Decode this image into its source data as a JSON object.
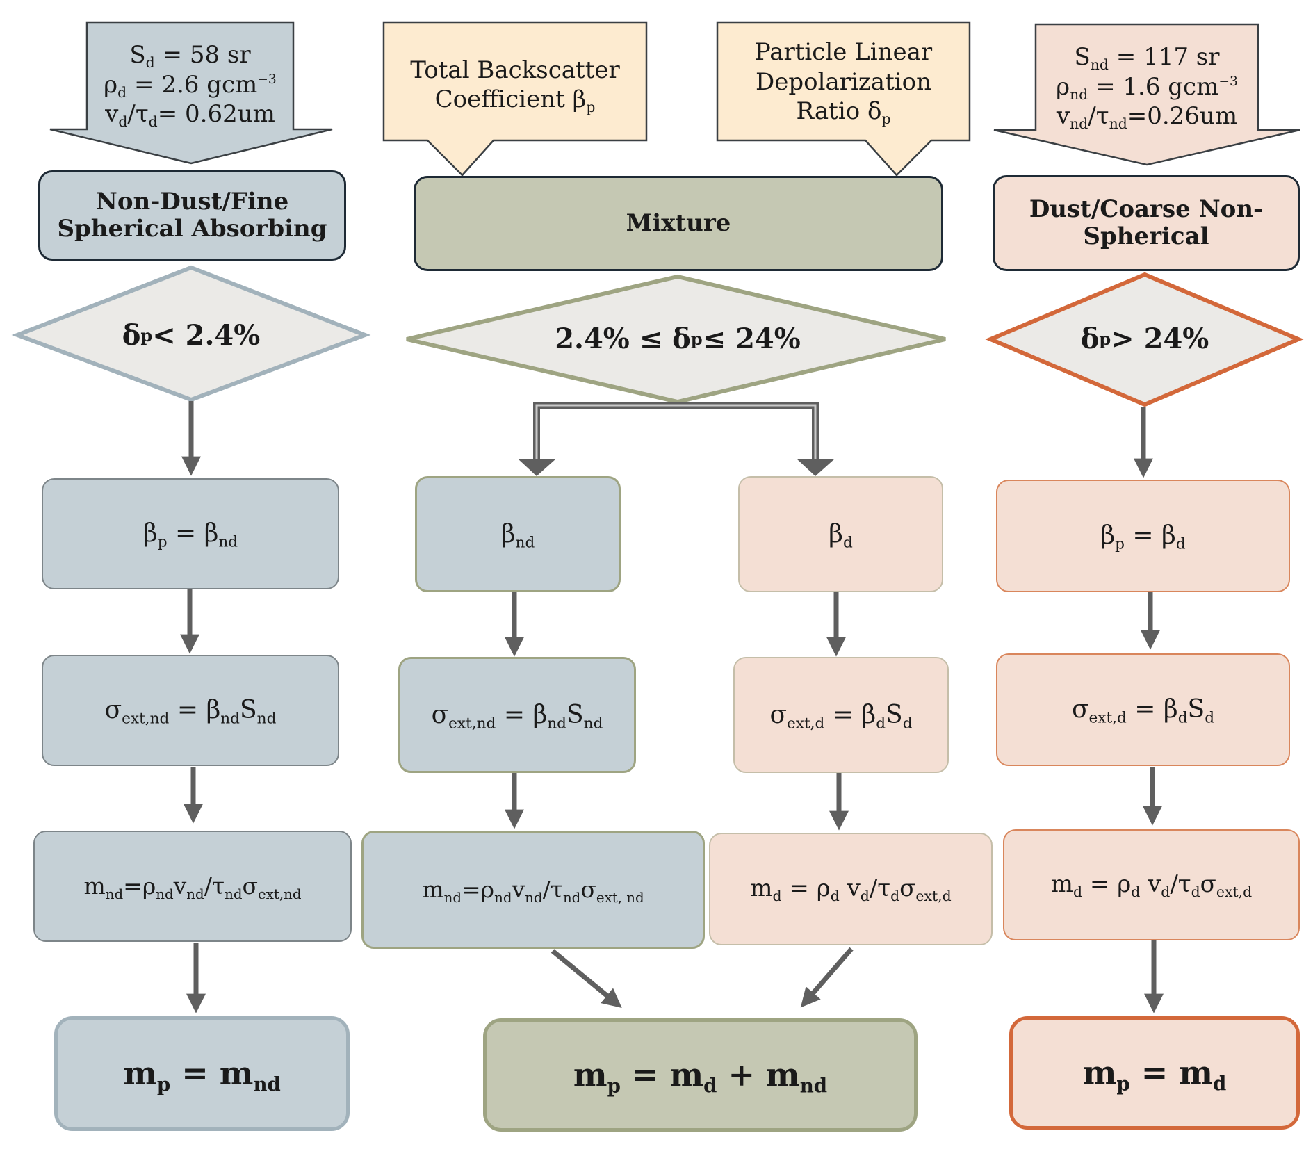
{
  "callouts": {
    "left": [
      "S",
      "d",
      " = 58 sr",
      "ρ",
      "d",
      " = 2.6 gcm",
      "−3",
      "v",
      "d",
      "/τ",
      "d",
      "= 0.62um"
    ],
    "backscatter": [
      "Total Backscatter",
      "Coefficient β",
      "p"
    ],
    "depol": [
      "Particle Linear",
      "Depolarization",
      "Ratio δ",
      "p"
    ],
    "right": [
      "S",
      "nd",
      " = 117 sr",
      "ρ",
      "nd",
      " = 1.6 gcm",
      "−3",
      "v",
      "nd",
      "/τ",
      "nd",
      "=0.26um"
    ]
  },
  "headers": {
    "nondust": "Non-Dust/Fine Spherical Absorbing",
    "mixture": "Mixture",
    "dust": "Dust/Coarse Non-Spherical"
  },
  "conditions": {
    "left": [
      "δ",
      "p",
      " < 2.4%"
    ],
    "mid": [
      "2.4% ≤ δ",
      "p",
      " ≤ 24%"
    ],
    "right": [
      "δ",
      "p",
      " > 24%"
    ]
  },
  "equations": {
    "c1_beta": [
      "β",
      "p",
      " = β",
      "nd"
    ],
    "c1_sigma": [
      "σ",
      "ext,nd",
      " = β",
      "nd",
      "S",
      "nd"
    ],
    "c1_mass": [
      "m",
      "nd",
      "=ρ",
      "nd",
      "v",
      "nd",
      "/τ",
      "nd",
      "σ",
      "ext,nd"
    ],
    "c2_beta": [
      "β",
      "nd"
    ],
    "c2_sigma": [
      "σ",
      "ext,nd",
      " = β",
      "nd",
      "S",
      "nd"
    ],
    "c2_mass": [
      "m",
      "nd",
      "=ρ",
      "nd",
      "v",
      "nd",
      "/τ",
      "nd",
      "σ",
      "ext, nd"
    ],
    "c3_beta": [
      "β",
      "d"
    ],
    "c3_sigma": [
      "σ",
      "ext,d",
      " = β",
      "d",
      "S",
      "d"
    ],
    "c3_mass": [
      "m",
      "d",
      " = ρ",
      "d",
      " v",
      "d",
      "/τ",
      "d",
      "σ",
      "ext,d"
    ],
    "c4_beta": [
      "β",
      "p",
      " = β",
      "d"
    ],
    "c4_sigma": [
      "σ",
      "ext,d",
      " = β",
      "d",
      "S",
      "d"
    ],
    "c4_mass": [
      "m",
      "d",
      " = ρ",
      "d",
      " v",
      "d",
      "/τ",
      "d",
      "σ",
      "ext,d"
    ]
  },
  "finals": {
    "left": [
      "m",
      "p",
      " = m",
      "nd"
    ],
    "mid": [
      "m",
      "p",
      " = m",
      "d",
      " + m",
      "nd"
    ],
    "right": [
      "m",
      "p",
      " = m",
      "d"
    ]
  },
  "colors": {
    "blue_fill": "#c5d0d6",
    "olive_fill": "#c5c8b3",
    "pink_fill": "#f4dfd4",
    "cream_fill": "#fdebd0",
    "diamond_fill": "#ebeae7",
    "arrow": "#5f5f5f"
  }
}
